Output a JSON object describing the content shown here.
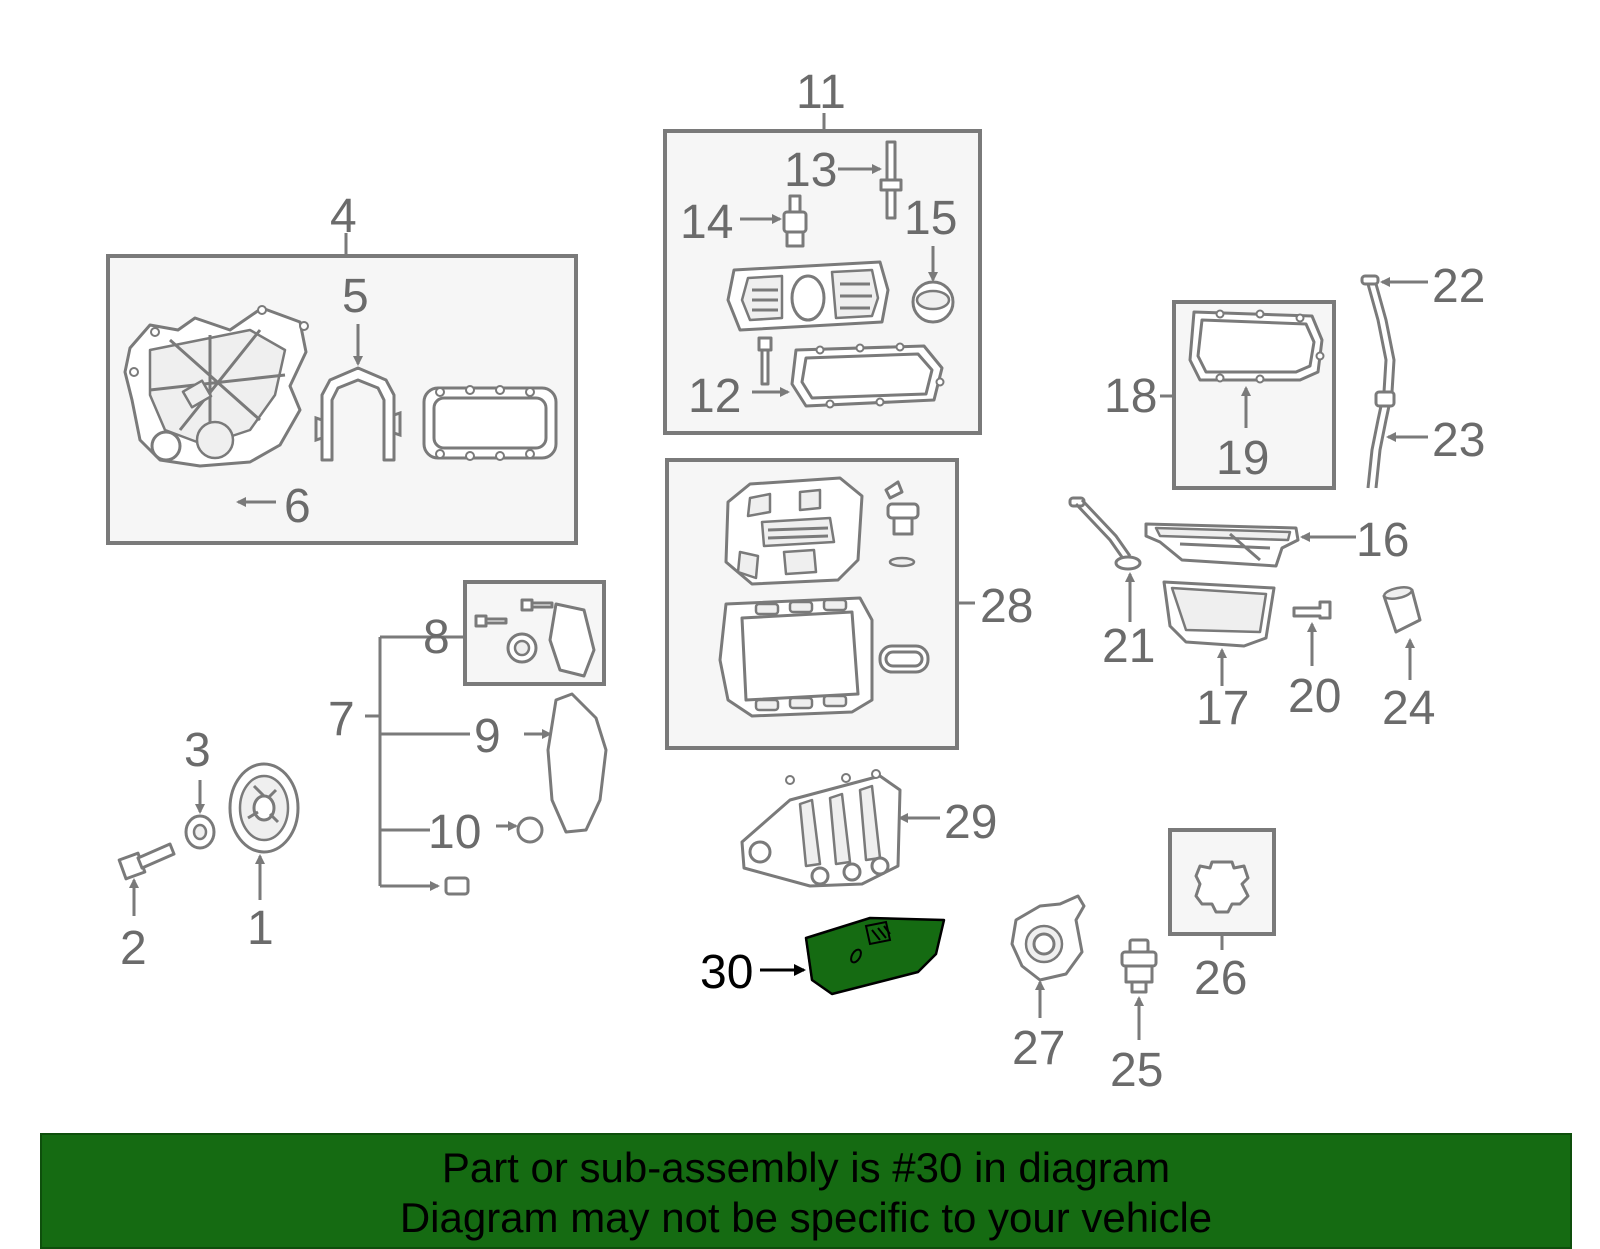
{
  "highlight_color": "#156b12",
  "callout_color": "#6b6b6b",
  "callouts": {
    "c1": "1",
    "c2": "2",
    "c3": "3",
    "c4": "4",
    "c5": "5",
    "c6": "6",
    "c7": "7",
    "c8": "8",
    "c9": "9",
    "c10": "10",
    "c11": "11",
    "c12": "12",
    "c13": "13",
    "c14": "14",
    "c15": "15",
    "c16": "16",
    "c17": "17",
    "c18": "18",
    "c19": "19",
    "c20": "20",
    "c21": "21",
    "c22": "22",
    "c23": "23",
    "c24": "24",
    "c25": "25",
    "c26": "26",
    "c27": "27",
    "c28": "28",
    "c29": "29",
    "c30": "30"
  },
  "highlighted_part": "30",
  "banner": {
    "line1": "Part or sub-assembly is #30 in diagram",
    "line2": "Diagram may not be specific to your vehicle"
  }
}
